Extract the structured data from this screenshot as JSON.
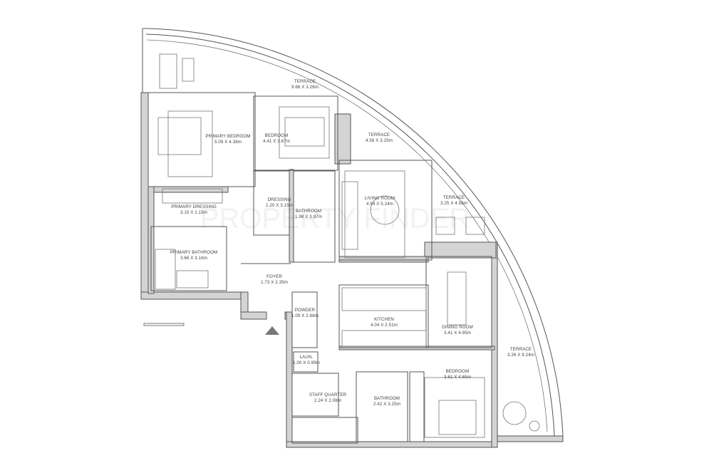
{
  "rooms": [
    {
      "name": "TERRACE",
      "size": "9.66 X 3.26m"
    },
    {
      "name": "PRIMARY BEDROOM",
      "size": "5.09 X 4.38m"
    },
    {
      "name": "BEDROOM",
      "size": "4.41 X 3.67m"
    },
    {
      "name": "TERRACE",
      "size": "4.56 X 3.25m"
    },
    {
      "name": "PRIMARY DRESSING",
      "size": "3.15 X 1.15m"
    },
    {
      "name": "DRESSING",
      "size": "1.20 X 3.15m"
    },
    {
      "name": "BATHROOM",
      "size": "1.98 X 3.97m"
    },
    {
      "name": "LIVING ROOM",
      "size": "4.54 X 5.24m"
    },
    {
      "name": "TERRACE",
      "size": "3.25 X 4.56m"
    },
    {
      "name": "PRIMARY BATHROOM",
      "size": "3.66 X 3.16m"
    },
    {
      "name": "FOYER",
      "size": "1.73 X 2.35m"
    },
    {
      "name": "POWDER",
      "size": "1.09 X 2.68m"
    },
    {
      "name": "KITCHEN",
      "size": "4.04 X 2.51m"
    },
    {
      "name": "DINING ROOM",
      "size": "3.41 X 4.85m"
    },
    {
      "name": "TERRACE",
      "size": "3.26 X 9.24m"
    },
    {
      "name": "LAUN.",
      "size": "1.00 X 0.99m"
    },
    {
      "name": "BEDROOM",
      "size": "3.61 X 4.65m"
    },
    {
      "name": "STAFF QUARTER",
      "size": "2.24 X 2.08m"
    },
    {
      "name": "BATHROOM",
      "size": "2.42 X 3.25m"
    }
  ],
  "watermark": "PROPERTY FINDER",
  "colors": {
    "wall": "#d4d4d4",
    "line": "#555555"
  }
}
